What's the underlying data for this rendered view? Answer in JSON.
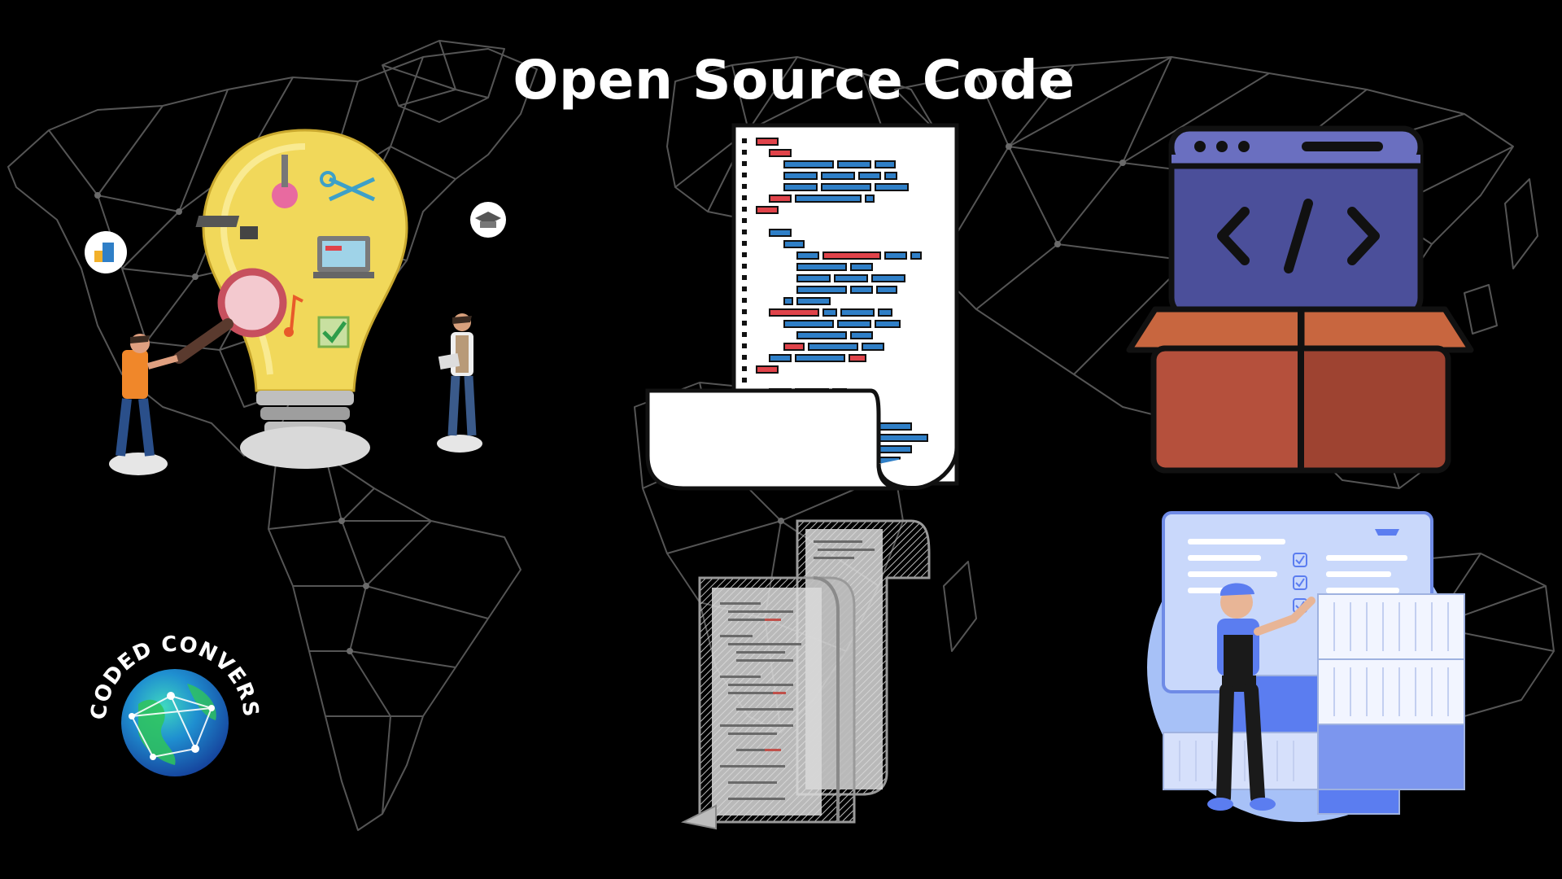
{
  "title": "Open Source Code",
  "logo": {
    "text": "CODED CONVERSATIONS"
  },
  "icons": {
    "lightbulb": "lightbulb-research-illustration",
    "code_document": "code-document-icon",
    "code_box": "code-box-icon",
    "code_scrolls": "code-scroll-icon",
    "dock_worker": "shipping-containers-illustration",
    "globe": "globe-icon"
  },
  "colors": {
    "background": "#000000",
    "title": "#ffffff",
    "map_lines": "#5a5a5a",
    "code_red": "#e0434a",
    "code_blue": "#2f7fc7",
    "window_purple": "#4b4f9a",
    "box_brown": "#b5503c",
    "worker_blue": "#5b7df0"
  }
}
